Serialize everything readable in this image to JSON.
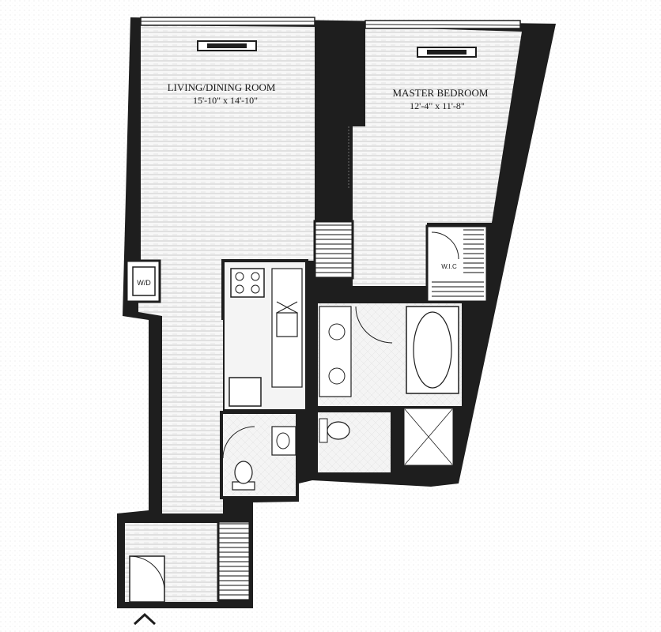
{
  "plan": {
    "rooms": [
      {
        "id": "living",
        "name": "LIVING/DINING ROOM",
        "dimensions": "15'-10\" x 14'-10\""
      },
      {
        "id": "bedroom",
        "name": "MASTER BEDROOM",
        "dimensions": "12'-4\" x 11'-8\""
      }
    ],
    "fixtures": {
      "washer_dryer": "W/D",
      "walk_in_closet": "W.I.C"
    },
    "colors": {
      "wall": "#1e1e1e",
      "floor_line": "#bdbdbd",
      "paper": "#ffffff",
      "stipple": "#e6e6e6"
    }
  }
}
